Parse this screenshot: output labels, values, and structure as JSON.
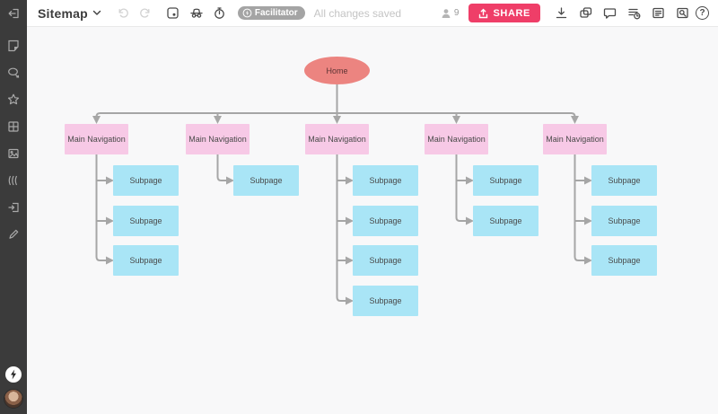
{
  "topbar": {
    "title": "Sitemap",
    "facilitator_badge": "Facilitator",
    "status_text": "All changes saved",
    "participants_count": "9",
    "share_label": "SHARE",
    "help_label": "?"
  },
  "diagram": {
    "home_label": "Home",
    "groups": [
      {
        "label": "Main Navigation",
        "subpages": [
          "Subpage",
          "Subpage",
          "Subpage"
        ]
      },
      {
        "label": "Main Navigation",
        "subpages": [
          "Subpage"
        ]
      },
      {
        "label": "Main Navigation",
        "subpages": [
          "Subpage",
          "Subpage",
          "Subpage",
          "Subpage"
        ]
      },
      {
        "label": "Main Navigation",
        "subpages": [
          "Subpage",
          "Subpage"
        ]
      },
      {
        "label": "Main Navigation",
        "subpages": [
          "Subpage",
          "Subpage",
          "Subpage"
        ]
      }
    ],
    "colors": {
      "home": "#ec8480",
      "nav": "#f7c9e6",
      "subpage": "#a9e5f6",
      "connector": "#a6a6a6",
      "share": "#ef3e68"
    }
  }
}
